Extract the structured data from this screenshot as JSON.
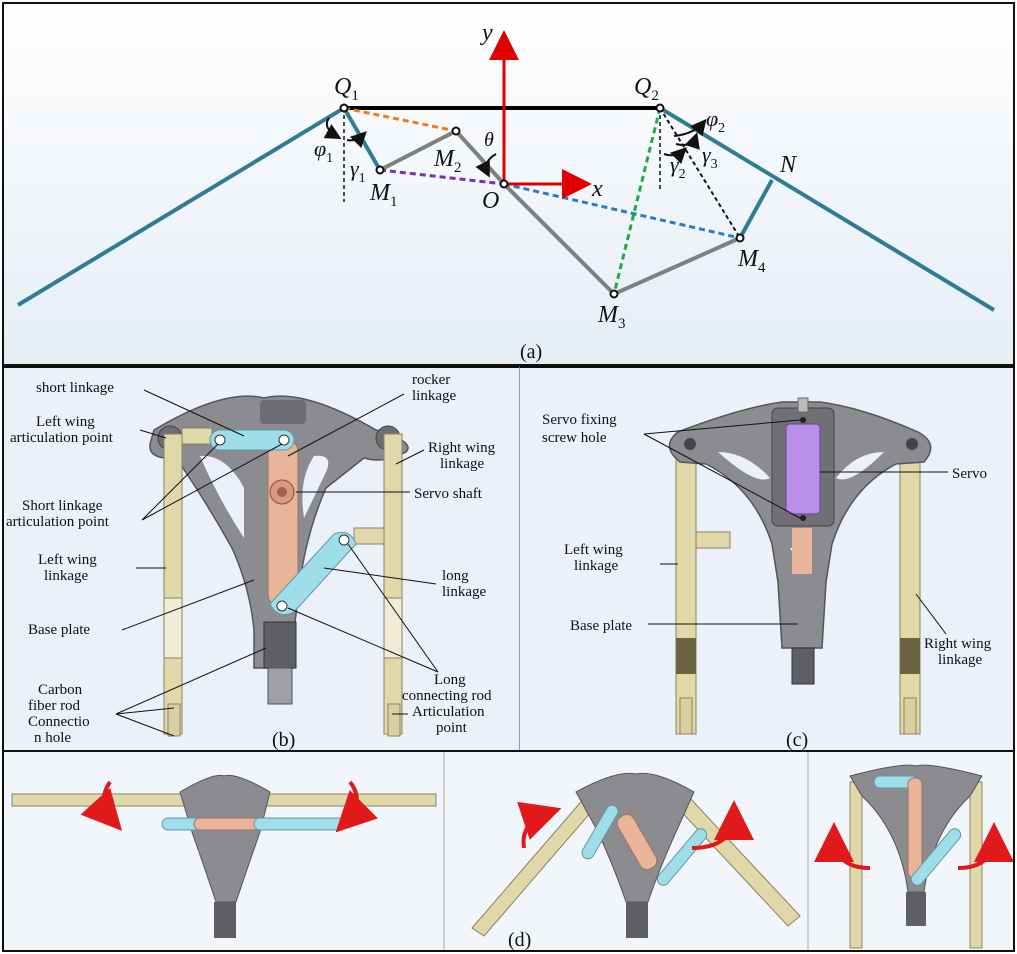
{
  "panel_a": {
    "caption": "(a)",
    "axis_y": "y",
    "axis_x": "x",
    "theta": "θ",
    "origin": "O",
    "q1": "Q",
    "q1_sub": "1",
    "q2": "Q",
    "q2_sub": "2",
    "m1": "M",
    "m1_sub": "1",
    "m2": "M",
    "m2_sub": "2",
    "m3": "M",
    "m3_sub": "3",
    "m4": "M",
    "m4_sub": "4",
    "n": "N",
    "phi1": "φ",
    "phi1_sub": "1",
    "gamma1": "γ",
    "gamma1_sub": "1",
    "phi2": "φ",
    "phi2_sub": "2",
    "gamma2": "γ",
    "gamma2_sub": "2",
    "gamma3": "γ",
    "gamma3_sub": "3"
  },
  "panel_b": {
    "caption": "(b)",
    "short_linkage": "short linkage",
    "rocker_1": "rocker",
    "rocker_2": "linkage",
    "left_wing_art_1": "Left wing",
    "left_wing_art_2": "articulation point",
    "right_wing_1": "Right wing",
    "right_wing_2": "linkage",
    "short_art_1": "Short linkage",
    "short_art_2": "articulation point",
    "servo_shaft": "Servo shaft",
    "left_wing_1": "Left wing",
    "left_wing_2": "linkage",
    "long_linkage_1": "long",
    "long_linkage_2": "linkage",
    "base_plate": "Base plate",
    "carbon_1": "Carbon",
    "carbon_2": "fiber rod",
    "carbon_3": "Connectio",
    "carbon_4": "n hole",
    "long_rod_1": "Long",
    "long_rod_2": "connecting rod",
    "long_rod_3": "Articulation",
    "long_rod_4": "point"
  },
  "panel_c": {
    "caption": "(c)",
    "screw_1": "Servo fixing",
    "screw_2": "screw hole",
    "servo": "Servo",
    "left_wing_1": "Left wing",
    "left_wing_2": "linkage",
    "base_plate": "Base plate",
    "right_wing_1": "Right wing",
    "right_wing_2": "linkage"
  },
  "panel_d": {
    "caption": "(d)"
  },
  "colors": {
    "wing": "#2e7d95",
    "link": "#808080",
    "axis": "#e00000",
    "dash_orange": "#f07820",
    "dash_purple": "#7a30b0",
    "dash_blue": "#2a7ad0",
    "dash_green": "#22aa44",
    "part_gray": "#8c8c90",
    "part_gold": "#e0d8a8",
    "part_cyan": "#9fdde8",
    "part_peach": "#e8b49a",
    "part_violet": "#b88ee8",
    "arrow_red": "#e01a1a"
  }
}
